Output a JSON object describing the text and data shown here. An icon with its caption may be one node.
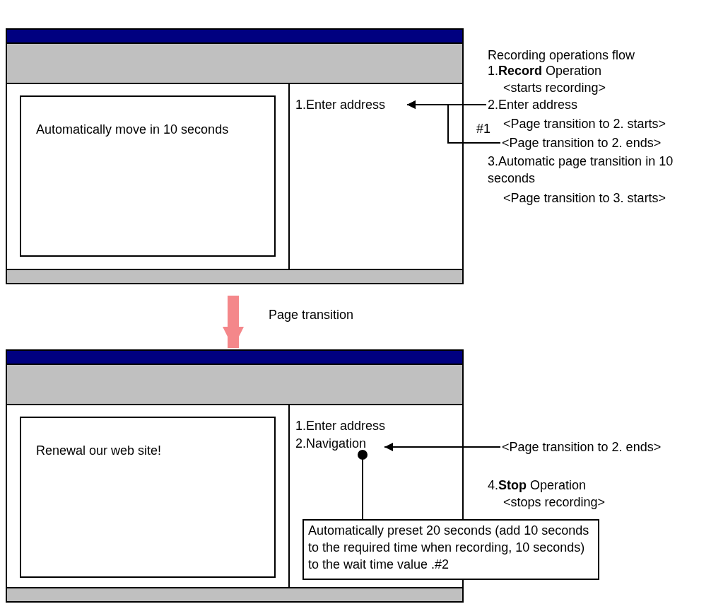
{
  "diagram": {
    "nodes": [
      {
        "text": [],
        "shape": "box"
      },
      {
        "text": [
          "Automatically move in 10 seconds"
        ],
        "in": 0
      },
      {
        "text": [
          "1.Enter address"
        ],
        "in": 0
      },
      {
        "text": [
          "2.Enter address"
        ]
      },
      {
        "text": [
          "<Page transition to 2. ends>"
        ]
      },
      {
        "text": [],
        "shape": "box"
      },
      {
        "text": [
          "Renewal our web site!"
        ],
        "in": 5
      },
      {
        "text": [
          "1.Enter address"
        ],
        "in": 5
      },
      {
        "text": [
          "2.Navigation"
        ],
        "in": 5
      },
      {
        "text": [
          "<Page transition to 2. ends>"
        ]
      },
      {
        "text": [
          "Automatically preset 20 seconds (add 10 seconds to the required time when recording, 10 seconds) to the wait time value .#2"
        ]
      }
    ],
    "edges": [
      {
        "from": 3,
        "to": 2,
        "arrow": "to"
      },
      {
        "from": 4,
        "to": 2,
        "arrow": "to",
        "label": "#1"
      },
      {
        "from": 9,
        "to": 8,
        "arrow": "to"
      },
      {
        "from": 10,
        "to": 8,
        "arrow": "other"
      },
      {
        "from": 0,
        "to": 5,
        "arrow": "to",
        "label": "Page transition",
        "style": "thick",
        "color": "#f4878a"
      }
    ],
    "labels": [
      "Recording operations flow",
      "1.**Record** Operation",
      "<starts recording>",
      "<Page transition to 2. starts>",
      "3.Automatic page transition in 10 seconds",
      "<Page transition to 3. starts>",
      "4.**Stop** Operation",
      "<stops recording>"
    ]
  }
}
